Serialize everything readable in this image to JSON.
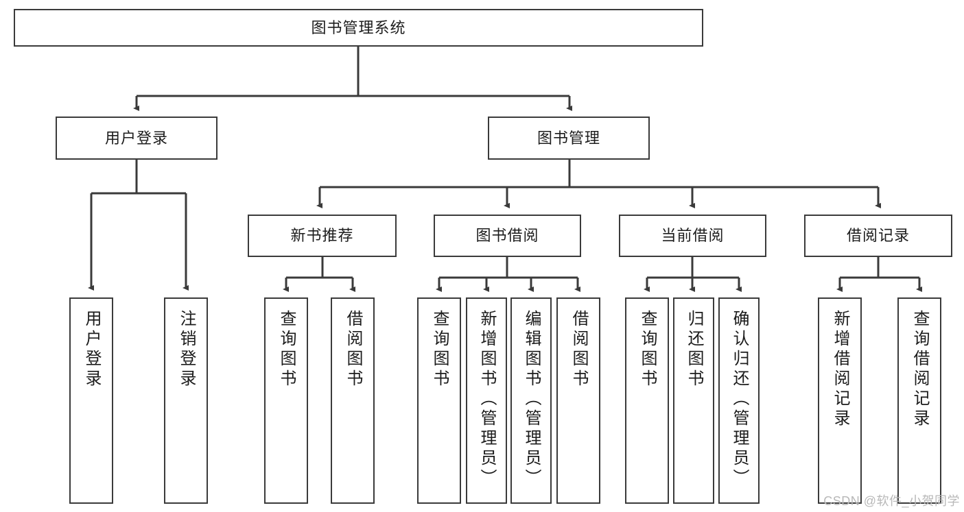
{
  "diagram": {
    "title": "图书管理系统",
    "type": "hierarchy-tree",
    "watermark": "CSDN @软件_小贺同学",
    "colors": {
      "box_border": "#3a3a3a",
      "box_fill": "#ffffff",
      "edge": "#3a3a3a",
      "text": "#1c1c1c",
      "watermark": "#b8b8b8"
    },
    "nodes": {
      "root": {
        "label": "图书管理系统"
      },
      "level2": [
        {
          "id": "user-login",
          "label": "用户登录"
        },
        {
          "id": "book-manage",
          "label": "图书管理"
        }
      ],
      "level3": [
        {
          "id": "new-book-recommend",
          "label": "新书推荐"
        },
        {
          "id": "book-borrow",
          "label": "图书借阅"
        },
        {
          "id": "current-borrow",
          "label": "当前借阅"
        },
        {
          "id": "borrow-record",
          "label": "借阅记录"
        }
      ],
      "leaves": {
        "user-login": [
          {
            "id": "leaf-user-login",
            "label": "用户登录"
          },
          {
            "id": "leaf-user-logout",
            "label": "注销登录"
          }
        ],
        "new-book-recommend": [
          {
            "id": "leaf-query-book-1",
            "label": "查询图书"
          },
          {
            "id": "leaf-borrow-book-1",
            "label": "借阅图书"
          }
        ],
        "book-borrow": [
          {
            "id": "leaf-query-book-2",
            "label": "查询图书"
          },
          {
            "id": "leaf-add-book",
            "label": "新增图书（管理员）"
          },
          {
            "id": "leaf-edit-book",
            "label": "编辑图书（管理员）"
          },
          {
            "id": "leaf-borrow-book-2",
            "label": "借阅图书"
          }
        ],
        "current-borrow": [
          {
            "id": "leaf-query-book-3",
            "label": "查询图书"
          },
          {
            "id": "leaf-return-book",
            "label": "归还图书"
          },
          {
            "id": "leaf-confirm-return",
            "label": "确认归还（管理员）"
          }
        ],
        "borrow-record": [
          {
            "id": "leaf-add-record",
            "label": "新增借阅记录"
          },
          {
            "id": "leaf-query-record",
            "label": "查询借阅记录"
          }
        ]
      }
    }
  }
}
